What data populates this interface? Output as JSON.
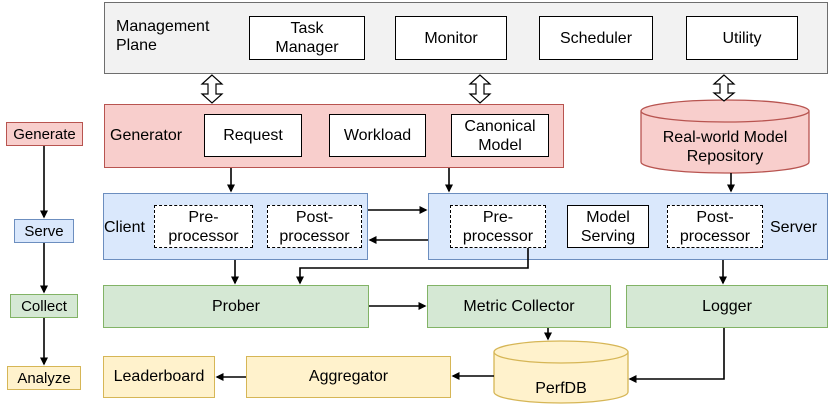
{
  "management": {
    "title_line1": "Management",
    "title_line2": "Plane",
    "task_manager_line1": "Task",
    "task_manager_line2": "Manager",
    "monitor": "Monitor",
    "scheduler": "Scheduler",
    "utility": "Utility"
  },
  "generator": {
    "title": "Generator",
    "request": "Request",
    "workload": "Workload",
    "canonical_line1": "Canonical",
    "canonical_line2": "Model"
  },
  "repository": {
    "line1": "Real-world Model",
    "line2": "Repository"
  },
  "client": {
    "title": "Client",
    "pre_line1": "Pre-",
    "pre_line2": "processor",
    "post_line1": "Post-",
    "post_line2": "processor"
  },
  "server": {
    "title": "Server",
    "pre_line1": "Pre-",
    "pre_line2": "processor",
    "serving_line1": "Model",
    "serving_line2": "Serving",
    "post_line1": "Post-",
    "post_line2": "processor"
  },
  "collect": {
    "prober": "Prober",
    "metric_collector": "Metric Collector",
    "logger": "Logger"
  },
  "analyze": {
    "leaderboard": "Leaderboard",
    "aggregator": "Aggregator",
    "perfdb": "PerfDB"
  },
  "stages": {
    "generate": "Generate",
    "serve": "Serve",
    "collect": "Collect",
    "analyze": "Analyze"
  },
  "colors": {
    "gray_fill": "#f2f2f2",
    "red_fill": "#f8cecc",
    "blue_fill": "#dae8fc",
    "green_fill": "#d5e8d4",
    "yellow_fill": "#fff2cc"
  }
}
